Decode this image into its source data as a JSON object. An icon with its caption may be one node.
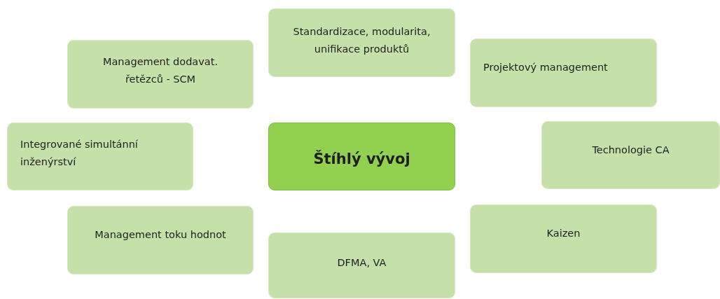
{
  "diagram": {
    "nodes": [
      {
        "text": [
          "Standardizace, modularita, unifikace produktů"
        ]
      },
      {
        "text": [
          "Projektový management"
        ]
      },
      {
        "text": [
          "Management dodavat. řetězců - SCM"
        ]
      },
      {
        "text": [
          "Technologie CA"
        ]
      },
      {
        "text": [
          "Integrované simultánní inženýrství"
        ]
      },
      {
        "text": [
          "Štíhlý vývoj"
        ]
      },
      {
        "text": [
          "Kaizen"
        ]
      },
      {
        "text": [
          "Management toku hodnot"
        ]
      },
      {
        "text": [
          "DFMA, VA"
        ]
      }
    ]
  }
}
